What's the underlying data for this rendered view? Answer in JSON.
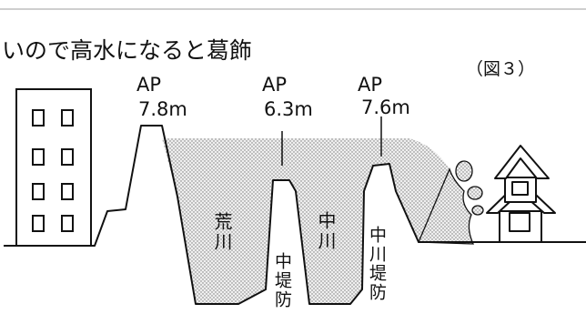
{
  "caption": "いので高水になると葛飾",
  "figure_no": "（図３）",
  "heights": [
    {
      "ap": "AP",
      "value": "7.8m"
    },
    {
      "ap": "AP",
      "value": "6.3m"
    },
    {
      "ap": "AP",
      "value": "7.6m"
    }
  ],
  "channels": {
    "arakawa": "荒川",
    "nakagawa": "中川"
  },
  "embankments": {
    "center": "中堤防",
    "nakagawa_levee": "中川堤防"
  },
  "colors": {
    "ink": "#111111",
    "water_fill": "#e4e4e4",
    "rule": "#bdbdbd"
  }
}
